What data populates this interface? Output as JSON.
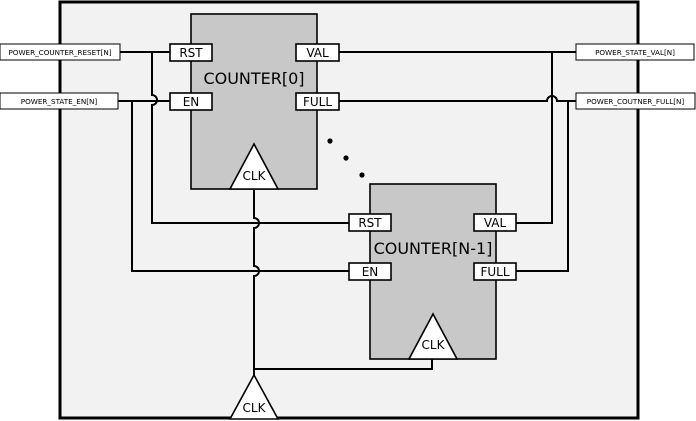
{
  "diagram": {
    "blocks": [
      {
        "id": "counter0",
        "title": "COUNTER[0]",
        "pins": {
          "rst": "RST",
          "en": "EN",
          "val": "VAL",
          "full": "FULL"
        },
        "clock": "CLK"
      },
      {
        "id": "counterN1",
        "title": "COUNTER[N-1]",
        "pins": {
          "rst": "RST",
          "en": "EN",
          "val": "VAL",
          "full": "FULL"
        },
        "clock": "CLK"
      }
    ],
    "external_signals": {
      "reset": "POWER_COUNTER_RESET[N]",
      "enable": "POWER_STATE_EN[N]",
      "val": "POWER_STATE_VAL[N]",
      "full": "POWER_COUTNER_FULL[N]"
    },
    "main_clock": "CLK",
    "colors": {
      "background": "#f2f2f2",
      "block_fill": "#c8c8c8",
      "stroke": "#000000"
    }
  }
}
